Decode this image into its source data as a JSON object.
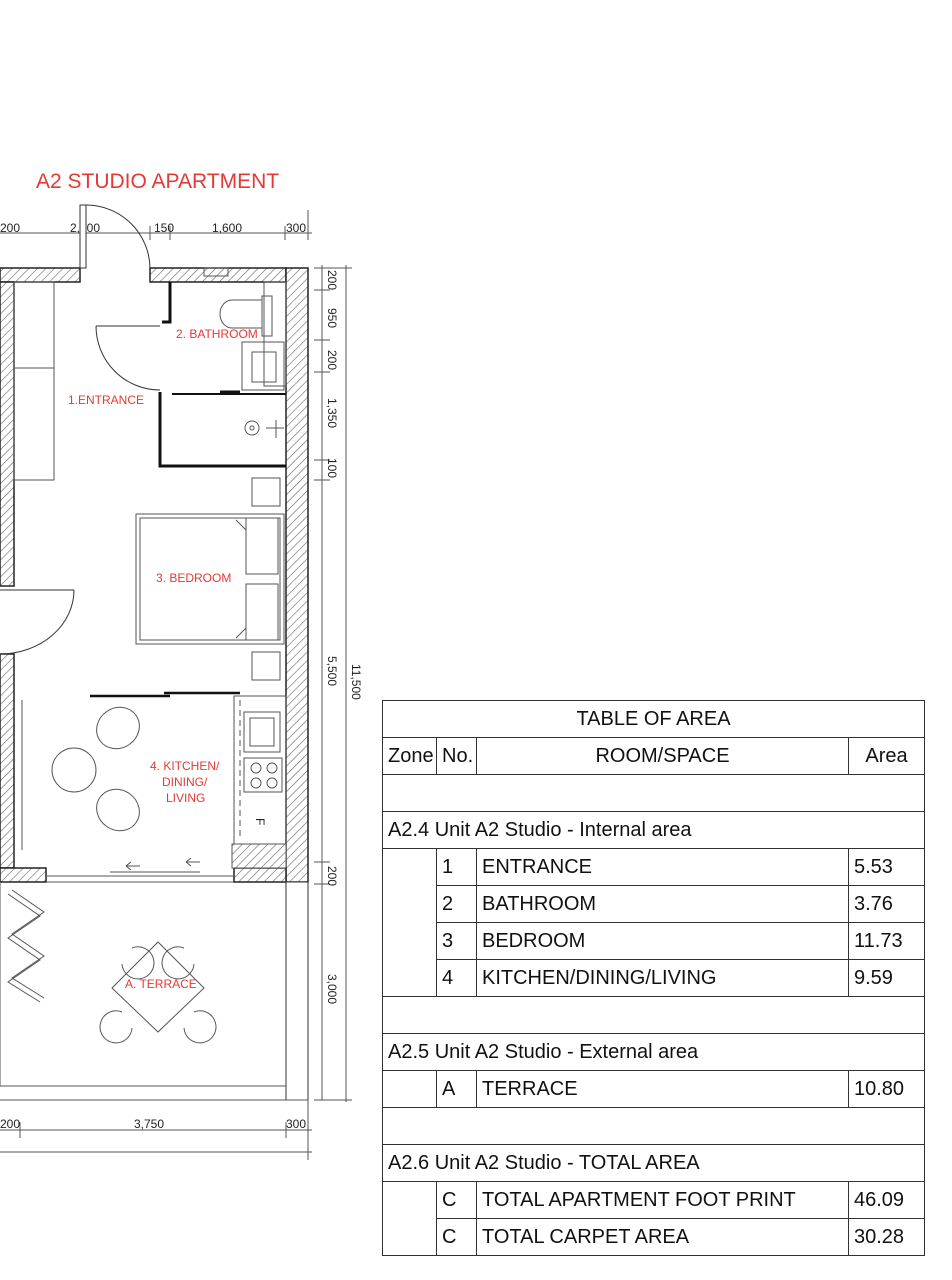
{
  "plan": {
    "title": "A2  STUDIO APARTMENT",
    "rooms": {
      "entrance": "1.ENTRANCE",
      "bathroom": "2. BATHROOM",
      "bedroom": "3. BEDROOM",
      "kitchen_line1": "4. KITCHEN/",
      "kitchen_line2": "DINING/",
      "kitchen_line3": "LIVING",
      "terrace": "A. TERRACE"
    },
    "fridge_mark": "F",
    "dims_top": [
      "200",
      "2,000",
      "150",
      "1,600",
      "300"
    ],
    "dims_bottom": [
      "200",
      "3,750",
      "300"
    ],
    "dims_right": [
      "200",
      "950",
      "200",
      "1,350",
      "100",
      "5,500",
      "200",
      "3,000"
    ],
    "dim_total": "11,500"
  },
  "table": {
    "title": "TABLE OF AREA",
    "headers": {
      "zone": "Zone",
      "no": "No.",
      "room": "ROOM/SPACE",
      "area": "Area"
    },
    "sections": [
      {
        "name": "A2.4 Unit A2 Studio - Internal area",
        "rows": [
          {
            "no": "1",
            "room": "ENTRANCE",
            "area": "5.53"
          },
          {
            "no": "2",
            "room": "BATHROOM",
            "area": "3.76"
          },
          {
            "no": "3",
            "room": "BEDROOM",
            "area": "11.73"
          },
          {
            "no": "4",
            "room": "KITCHEN/DINING/LIVING",
            "area": "9.59"
          }
        ]
      },
      {
        "name": "A2.5 Unit A2 Studio - External area",
        "rows": [
          {
            "no": "A",
            "room": "TERRACE",
            "area": "10.80"
          }
        ]
      },
      {
        "name": "A2.6 Unit A2 Studio - TOTAL AREA",
        "rows": [
          {
            "no": "C",
            "room": "TOTAL APARTMENT FOOT PRINT",
            "area": "46.09"
          },
          {
            "no": "C",
            "room": "TOTAL CARPET AREA",
            "area": "30.28"
          }
        ]
      }
    ]
  }
}
